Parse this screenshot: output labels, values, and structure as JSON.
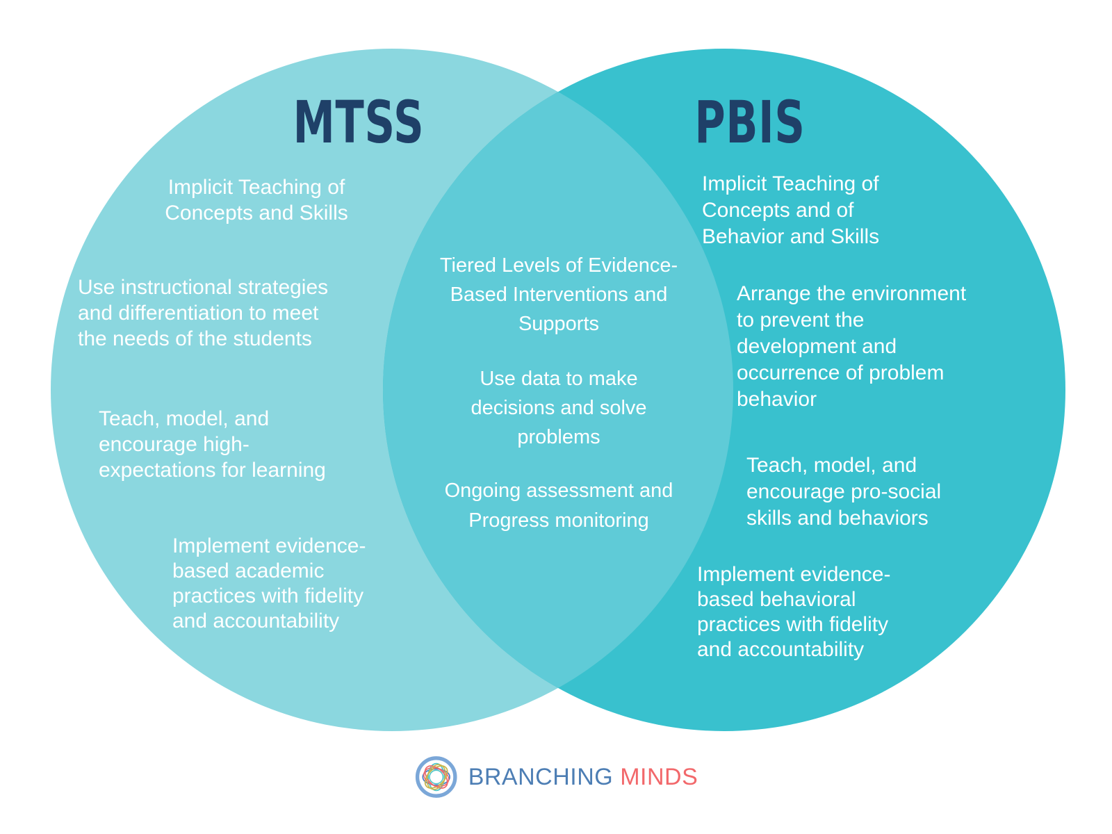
{
  "diagram": {
    "type": "venn",
    "left": {
      "title": "MTSS",
      "items": [
        "Implicit Teaching of\nConcepts and Skills",
        "Use instructional strategies\nand differentiation to meet\nthe needs of the students",
        "Teach, model, and\nencourage high-\nexpectations for learning",
        "Implement evidence-\nbased academic\npractices with fidelity\nand accountability"
      ]
    },
    "overlap": {
      "items": [
        "Tiered Levels of Evidence-\nBased Interventions and\nSupports",
        "Use data to make\ndecisions and solve\nproblems",
        "Ongoing assessment and\nProgress monitoring"
      ]
    },
    "right": {
      "title": "PBIS",
      "items": [
        "Implicit Teaching of\nConcepts and of\nBehavior and Skills",
        "Arrange the environment\nto prevent the\ndevelopment and\noccurrence of problem\nbehavior",
        "Teach, model, and\nencourage pro-social\nskills and behaviors",
        "Implement evidence-\nbased behavioral\npractices with fidelity\nand accountability"
      ]
    }
  },
  "colors": {
    "left_circle": "#8bd7df",
    "overlap": "#5fcbd7",
    "right_circle": "#39c1ce",
    "title_navy": "#1f4068",
    "body_text": "#ffffff"
  },
  "footer": {
    "logo_icon": "branching-minds-mandala-icon",
    "logo_text_primary": "BRANCHING",
    "logo_text_secondary": "MINDS",
    "icon_colors": {
      "ring": "#7ba7d8",
      "loop_blue": "#4a7cc7",
      "loop_teal": "#4fc6c8",
      "loop_red": "#f0696c",
      "loop_olive": "#c8b64b"
    },
    "text_colors": {
      "primary": "#4d7eb4",
      "secondary": "#f2686b"
    }
  }
}
